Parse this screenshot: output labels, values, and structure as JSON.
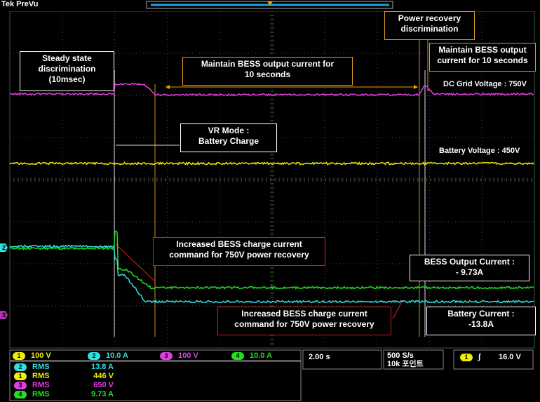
{
  "window": {
    "brand": "Tek",
    "mode": "PreVu"
  },
  "colors": {
    "ch1": "#f0f000",
    "ch2": "#30e0e0",
    "ch3": "#e040e0",
    "ch4": "#20e020",
    "grid": "#3a5a3a",
    "trigger": "#f0a000"
  },
  "annotations": {
    "steady_state": "Steady state\ndiscrimination\n(10msec)",
    "maintain_1": "Maintain BESS output  current for\n10 seconds",
    "power_recovery": "Power recovery\ndiscrimination",
    "maintain_2": "Maintain BESS output\ncurrent for 10 seconds",
    "dc_grid": "DC Grid Voltage : 750V",
    "vr_mode": "VR Mode :\nBattery Charge",
    "battery_voltage": "Battery Voltage : 450V",
    "increased_1": "Increased BESS charge current\ncommand for 750V power recovery",
    "bess_output": "BESS Output Current :\n- 9.73A",
    "increased_2": "Increased BESS charge current\ncommand for 750V power recovery",
    "battery_current": "Battery Current :\n-13.8A"
  },
  "markers": {
    "ch2": "2",
    "ch3": "3"
  },
  "channels": [
    {
      "num": "1",
      "scale": "100 V",
      "color": "#f0f000"
    },
    {
      "num": "2",
      "scale": "10.0 A",
      "color": "#30e0e0"
    },
    {
      "num": "3",
      "scale": "100 V",
      "color": "#e040e0"
    },
    {
      "num": "4",
      "scale": "10.0 A",
      "color": "#20e020"
    }
  ],
  "timebase": "2.00 s",
  "sample_rate": "500 S/s",
  "record_length": "10k 포인트",
  "trigger": {
    "channel": "1",
    "slope": "∫",
    "level": "16.0 V"
  },
  "measurements": [
    {
      "num": "2",
      "label": "RMS",
      "value": "13.8 A",
      "color": "#30e0e0"
    },
    {
      "num": "1",
      "label": "RMS",
      "value": "446 V",
      "color": "#f0f000"
    },
    {
      "num": "3",
      "label": "RMS",
      "value": "650 V",
      "color": "#e040e0"
    },
    {
      "num": "4",
      "label": "RMS",
      "value": "9.73 A",
      "color": "#20e020"
    }
  ]
}
